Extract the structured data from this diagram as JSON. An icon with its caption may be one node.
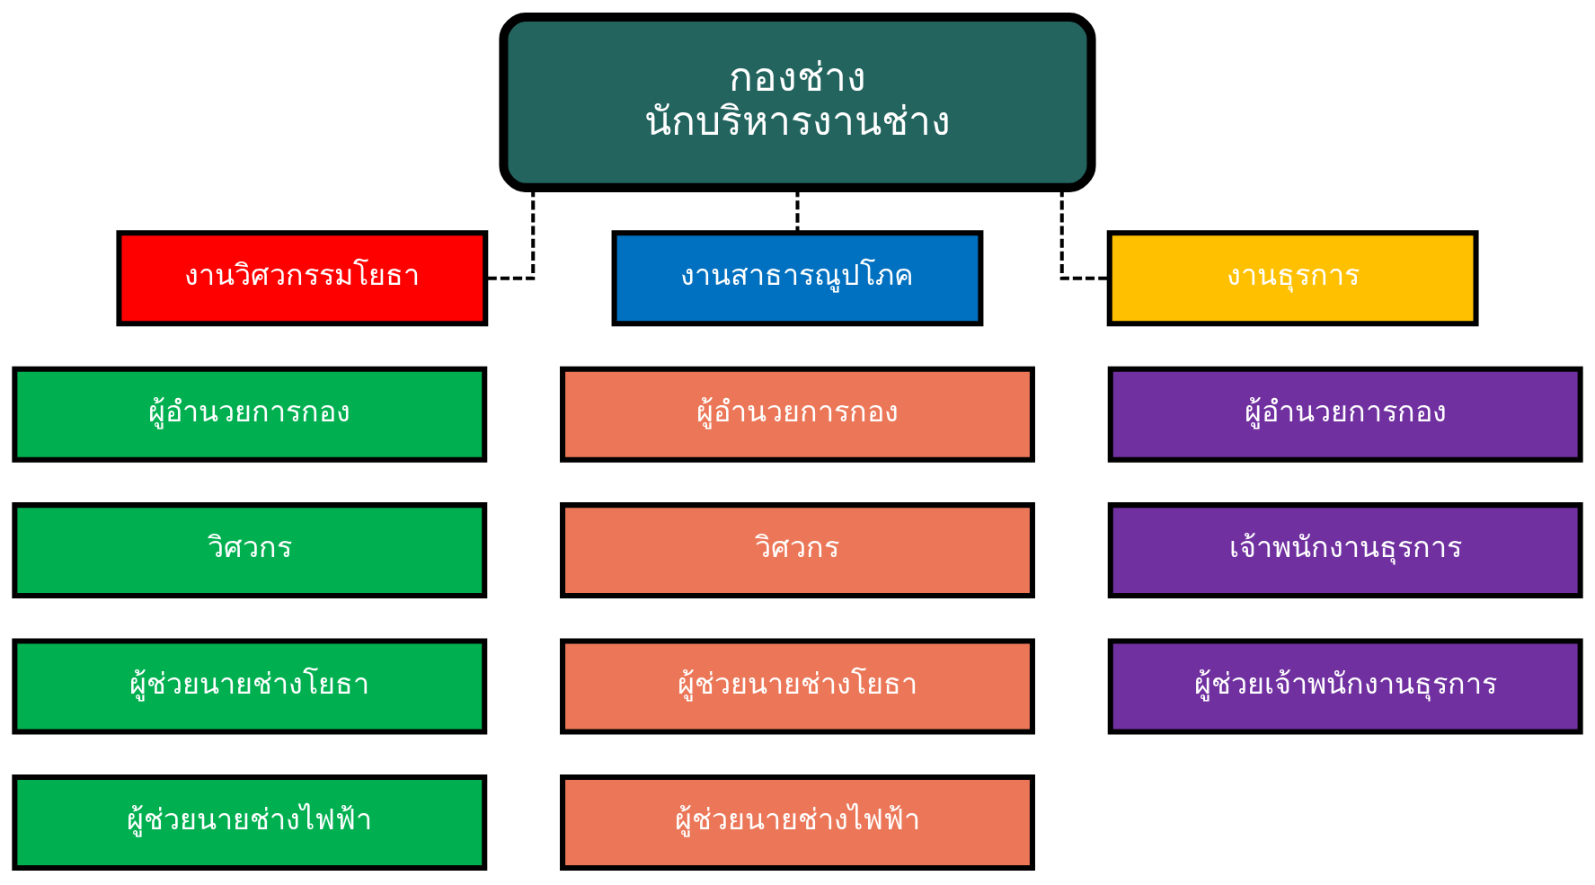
{
  "diagram": {
    "nodes": [
      {
        "text": [
          "กองช่าง",
          "นักบริหารงานช่าง"
        ]
      },
      {
        "text": [
          "งานวิศวกรรมโยธา"
        ]
      },
      {
        "text": [
          "งานสาธารณูปโภค"
        ]
      },
      {
        "text": [
          "งานธุรการ"
        ]
      },
      {
        "text": [
          "ผู้อำนวยการกอง"
        ]
      },
      {
        "text": [
          "วิศวกร"
        ]
      },
      {
        "text": [
          "ผู้ช่วยนายช่างโยธา"
        ]
      },
      {
        "text": [
          "ผู้ช่วยนายช่างไฟฟ้า"
        ]
      },
      {
        "text": [
          "ผู้อำนวยการกอง"
        ]
      },
      {
        "text": [
          "วิศวกร"
        ]
      },
      {
        "text": [
          "ผู้ช่วยนายช่างโยธา"
        ]
      },
      {
        "text": [
          "ผู้ช่วยนายช่างไฟฟ้า"
        ]
      },
      {
        "text": [
          "ผู้อำนวยการกอง"
        ]
      },
      {
        "text": [
          "เจ้าพนักงานธุรการ"
        ]
      },
      {
        "text": [
          "ผู้ช่วยเจ้าพนักงานธุรการ"
        ]
      }
    ],
    "edges": [
      {
        "from": 0,
        "to": 1,
        "arrow": "none",
        "style": "dashed"
      },
      {
        "from": 0,
        "to": 2,
        "arrow": "none",
        "style": "dashed"
      },
      {
        "from": 0,
        "to": 3,
        "arrow": "none",
        "style": "dashed"
      }
    ]
  }
}
